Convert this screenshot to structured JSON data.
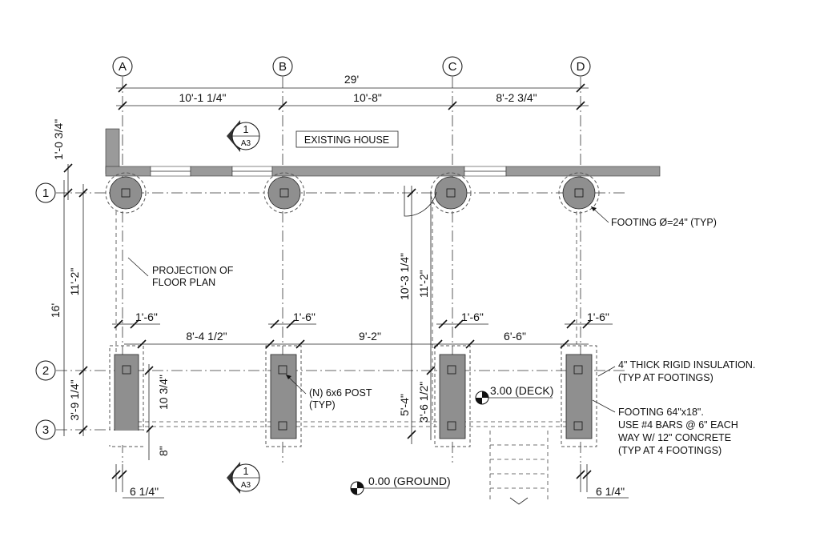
{
  "grid_lines": {
    "columns": [
      "A",
      "B",
      "C",
      "D"
    ],
    "rows": [
      "1",
      "2",
      "3"
    ]
  },
  "dimensions": {
    "overall_width": "29'",
    "bay_ab": "10'-1 1/4\"",
    "bay_bc": "10'-8\"",
    "bay_cd": "8'-2 3/4\"",
    "wall_offset": "1'-0 3/4\"",
    "overall_depth": "16'",
    "depth_1_2": "11'-2\"",
    "depth_2_3": "3'-9 1/4\"",
    "footing_width_a": "1'-6\"",
    "footing_width_b": "1'-6\"",
    "footing_width_c": "1'-6\"",
    "footing_width_d": "1'-6\"",
    "clear_ab": "8'-4 1/2\"",
    "clear_bc": "9'-2\"",
    "clear_cd": "6'-6\"",
    "post_to_edge": "10 3/4\"",
    "edge_offset": "8\"",
    "stair_dim_a": "10'-3 1/4\"",
    "stair_dim_b": "11'-2\"",
    "stair_dim_c": "5'-4\"",
    "stair_dim_d": "3'-6 1/2\"",
    "offset_left": "6 1/4\"",
    "offset_right": "6 1/4\""
  },
  "section_markers": [
    {
      "number": "1",
      "sheet": "A3"
    },
    {
      "number": "1",
      "sheet": "A3"
    }
  ],
  "notes": {
    "existing_house": "EXISTING HOUSE",
    "projection_1": "PROJECTION OF",
    "projection_2": "FLOOR PLAN",
    "footing_round": "FOOTING Ø=24\" (TYP)",
    "post_1": "(N) 6x6 POST",
    "post_2": "(TYP)",
    "insulation_1": "4\" THICK RIGID INSULATION.",
    "insulation_2": "(TYP AT FOOTINGS)",
    "footing_1": "FOOTING 64\"x18\".",
    "footing_2": "USE #4 BARS @ 6\" EACH",
    "footing_3": "WAY W/ 12\" CONCRETE",
    "footing_4": "(TYP AT 4 FOOTINGS)",
    "deck_level": "3.00 (DECK)",
    "ground_level": "0.00 (GROUND)"
  },
  "colors": {
    "line": "#111111",
    "concrete_fill": "#8f8f8f",
    "wall_fill": "#9a9a9a"
  }
}
